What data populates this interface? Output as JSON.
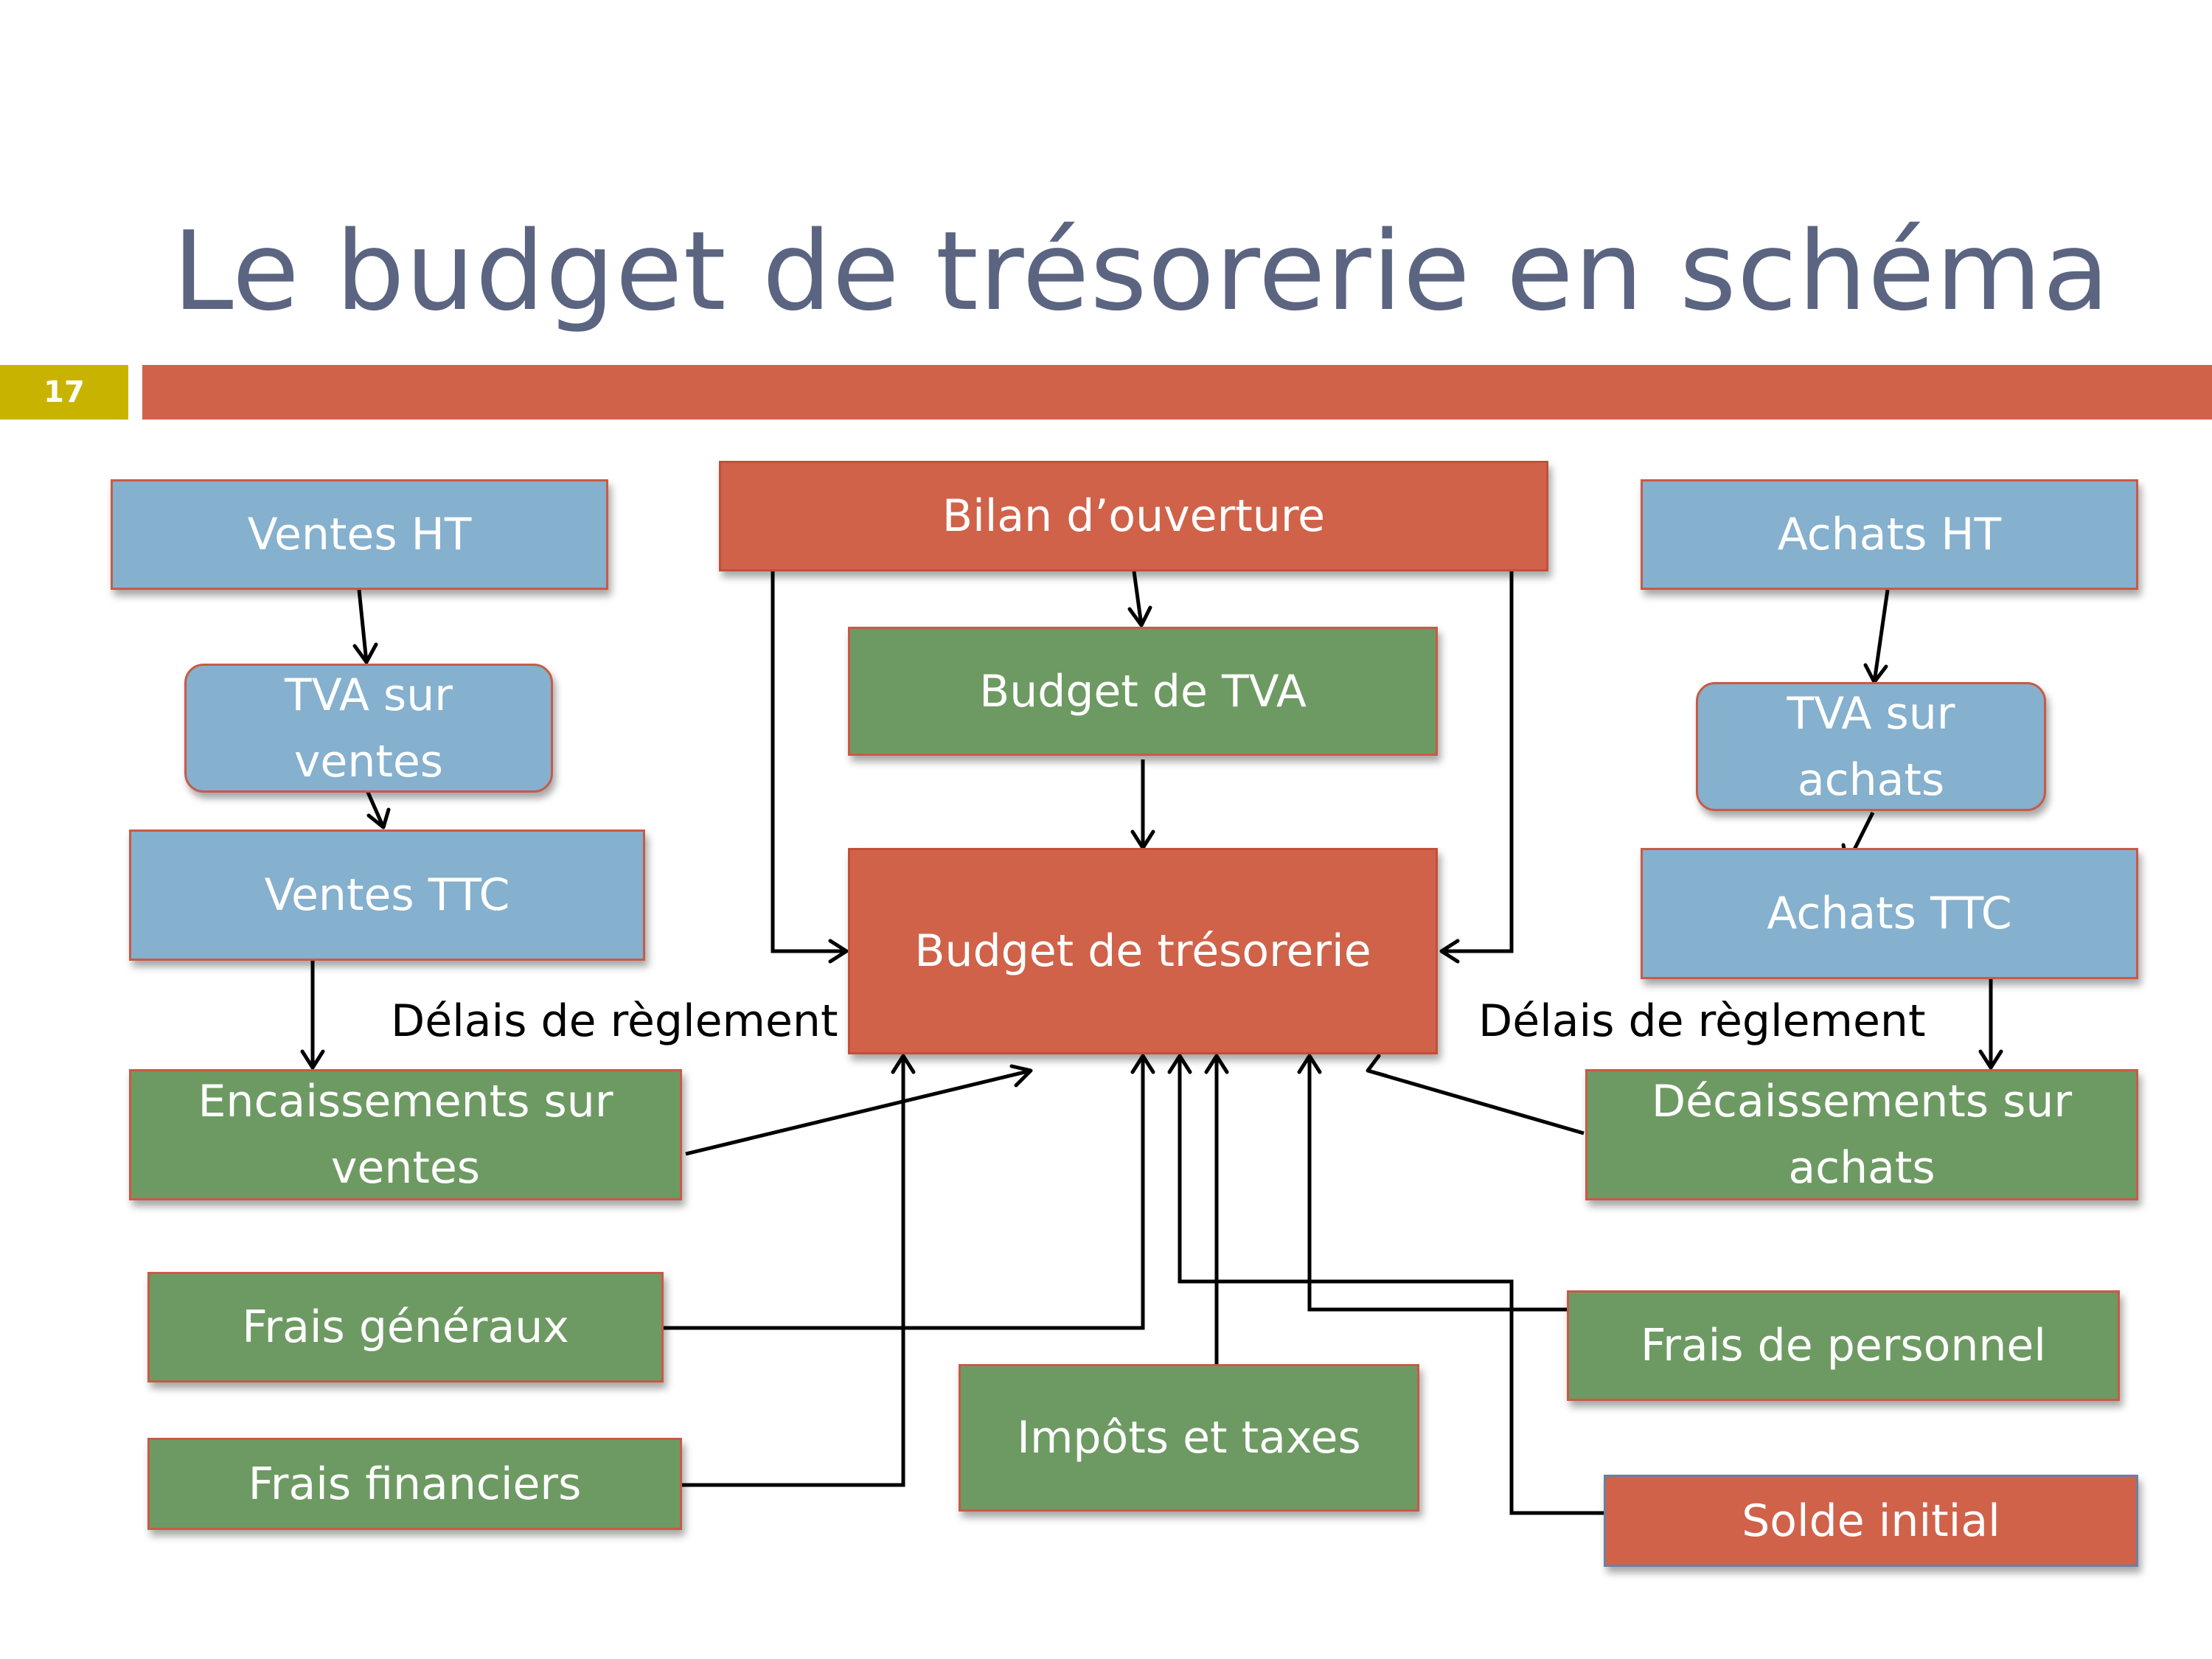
{
  "slide": {
    "title": "Le budget de trésorerie en schéma",
    "number": "17"
  },
  "colors": {
    "title_text": "#5b6581",
    "accent_bar": "#d0624a",
    "number_badge": "#c8b400",
    "box_blue": "#85b0ce",
    "box_green": "#6d9a62",
    "box_red": "#d0624a"
  },
  "diagram": {
    "nodes": {
      "ventes_ht": "Ventes HT",
      "tva_ventes": "TVA sur ventes",
      "ventes_ttc": "Ventes TTC",
      "encaissements": "Encaissements sur ventes",
      "bilan_ouverture": "Bilan d’ouverture",
      "budget_tva": "Budget de TVA",
      "budget_tresorerie": "Budget de trésorerie",
      "achats_ht": "Achats HT",
      "tva_achats": "TVA sur achats",
      "achats_ttc": "Achats TTC",
      "decaissements": "Décaissements sur achats",
      "frais_generaux": "Frais généraux",
      "frais_financiers": "Frais financiers",
      "impots_taxes": "Impôts et taxes",
      "frais_personnel": "Frais de personnel",
      "solde_initial": "Solde initial"
    },
    "labels": {
      "delais_left": "Délais de règlement",
      "delais_right": "Délais de règlement"
    },
    "edges": [
      [
        "ventes_ht",
        "tva_ventes"
      ],
      [
        "tva_ventes",
        "ventes_ttc"
      ],
      [
        "ventes_ttc",
        "encaissements"
      ],
      [
        "encaissements",
        "budget_tresorerie"
      ],
      [
        "bilan_ouverture",
        "budget_tva"
      ],
      [
        "bilan_ouverture",
        "budget_tresorerie"
      ],
      [
        "budget_tva",
        "budget_tresorerie"
      ],
      [
        "achats_ht",
        "tva_achats"
      ],
      [
        "tva_achats",
        "achats_ttc"
      ],
      [
        "achats_ttc",
        "decaissements"
      ],
      [
        "decaissements",
        "budget_tresorerie"
      ],
      [
        "frais_generaux",
        "budget_tresorerie"
      ],
      [
        "frais_financiers",
        "budget_tresorerie"
      ],
      [
        "impots_taxes",
        "budget_tresorerie"
      ],
      [
        "frais_personnel",
        "budget_tresorerie"
      ],
      [
        "solde_initial",
        "budget_tresorerie"
      ]
    ]
  }
}
